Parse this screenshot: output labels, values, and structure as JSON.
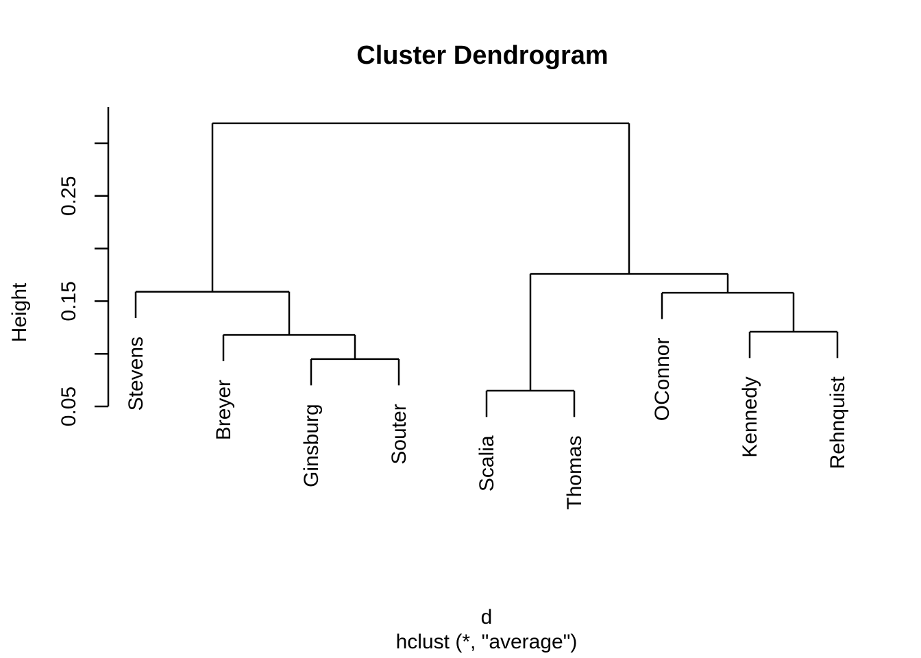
{
  "chart_data": {
    "type": "dendrogram",
    "title": "Cluster Dendrogram",
    "ylabel": "Height",
    "xlabel": "d",
    "subtitle": "hclust (*, \"average\")",
    "leaves": [
      "Stevens",
      "Breyer",
      "Ginsburg",
      "Souter",
      "Scalia",
      "Thomas",
      "OConnor",
      "Kennedy",
      "Rehnquist"
    ],
    "merges": [
      {
        "children": [
          -5,
          -6
        ],
        "height": 0.065,
        "members": "Scalia+Thomas"
      },
      {
        "children": [
          -3,
          -4
        ],
        "height": 0.095,
        "members": "Ginsburg+Souter"
      },
      {
        "children": [
          -2,
          2
        ],
        "height": 0.118,
        "members": "Breyer+(Ginsburg,Souter)"
      },
      {
        "children": [
          -8,
          -9
        ],
        "height": 0.121,
        "members": "Kennedy+Rehnquist"
      },
      {
        "children": [
          -7,
          4
        ],
        "height": 0.158,
        "members": "OConnor+(Kennedy,Rehnquist)"
      },
      {
        "children": [
          -1,
          3
        ],
        "height": 0.159,
        "members": "Stevens+(Breyer,Ginsburg,Souter)"
      },
      {
        "children": [
          1,
          5
        ],
        "height": 0.176,
        "members": "(Scalia,Thomas)+(OConnor,Kennedy,Rehnquist)"
      },
      {
        "children": [
          6,
          7
        ],
        "height": 0.319,
        "members": "root"
      }
    ],
    "hang": 0.025,
    "axis": {
      "tick_values": [
        0.05,
        0.1,
        0.15,
        0.2,
        0.25,
        0.3
      ],
      "tick_labels": [
        "0.05",
        "",
        "0.15",
        "",
        "0.25",
        ""
      ],
      "ylim": [
        0.05,
        0.334
      ],
      "grid": false,
      "legend": "none"
    },
    "colors": {
      "line": "#000000",
      "text": "#000000",
      "background": "#ffffff"
    }
  }
}
